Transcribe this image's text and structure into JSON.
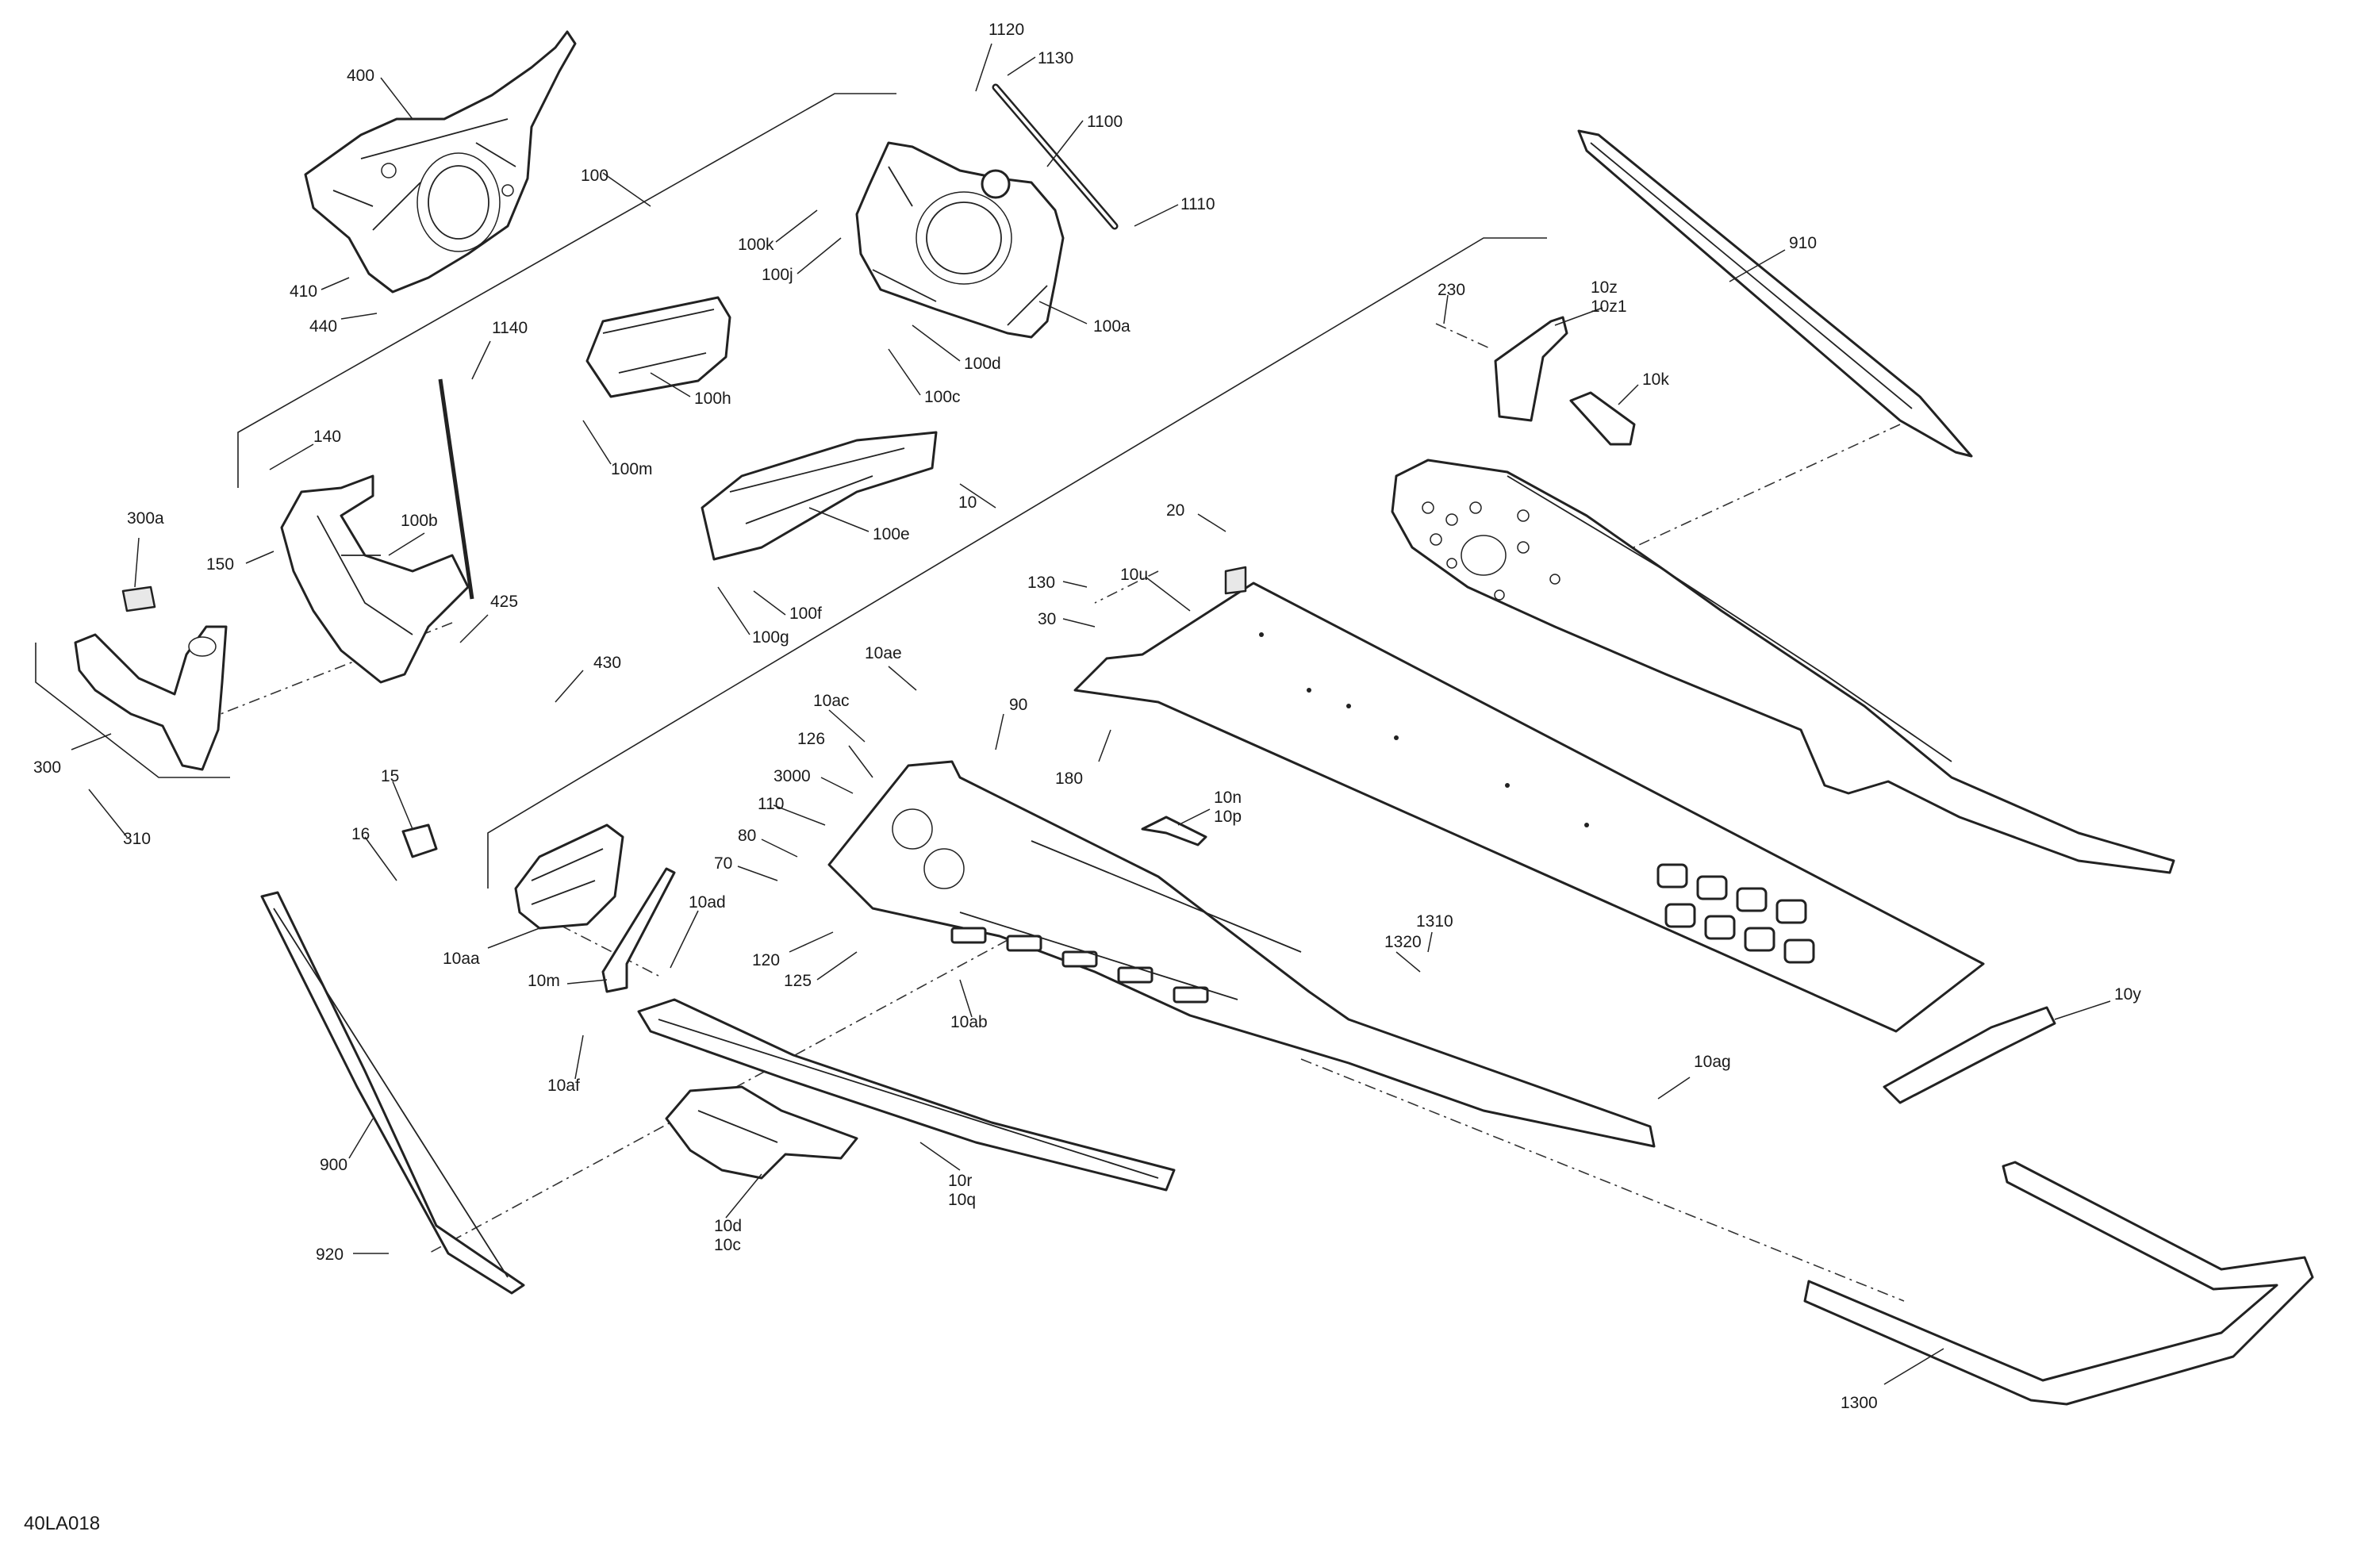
{
  "diagram": {
    "code": "40LA018",
    "callouts": [
      "1120",
      "1130",
      "1100",
      "1110",
      "400",
      "100",
      "100k",
      "100j",
      "100a",
      "100d",
      "100c",
      "410",
      "440",
      "1140",
      "100h",
      "100m",
      "140",
      "300a",
      "100b",
      "150",
      "425",
      "430",
      "300",
      "310",
      "100e",
      "100f",
      "100g",
      "10",
      "230",
      "10z",
      "10z1",
      "10k",
      "910",
      "20",
      "130",
      "10u",
      "30",
      "180",
      "10ae",
      "90",
      "10ac",
      "126",
      "3000",
      "110",
      "80",
      "70",
      "15",
      "16",
      "10n",
      "10p",
      "10aa",
      "10ad",
      "10m",
      "120",
      "125",
      "1310",
      "1320",
      "10ab",
      "10y",
      "10af",
      "10ag",
      "900",
      "10r",
      "10q",
      "920",
      "10d",
      "10c",
      "1300"
    ]
  }
}
